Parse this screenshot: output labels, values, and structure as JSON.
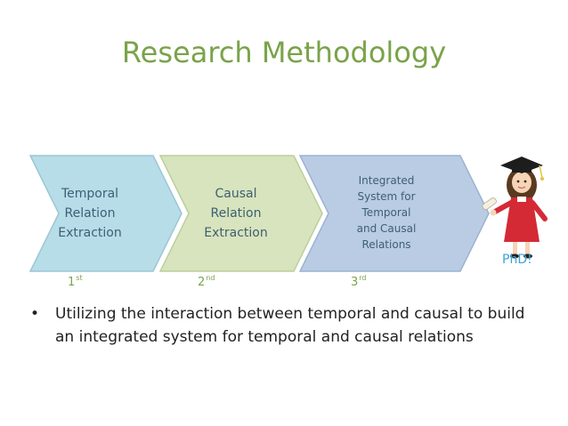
{
  "slide": {
    "title": "Research Methodology"
  },
  "stages": [
    {
      "lines": [
        "Temporal",
        "Relation",
        "Extraction"
      ],
      "ordinal_number": "1",
      "ordinal_suffix": "st",
      "fill": "#b7dde8",
      "stroke": "#9cc6d3"
    },
    {
      "lines": [
        "Causal",
        "Relation",
        "Extraction"
      ],
      "ordinal_number": "2",
      "ordinal_suffix": "nd",
      "fill": "#d7e4bd",
      "stroke": "#bccf9c"
    },
    {
      "lines": [
        "Integrated",
        "System for",
        "Temporal",
        "and Causal",
        "Relations"
      ],
      "ordinal_number": "3",
      "ordinal_suffix": "rd",
      "fill": "#b9cce4",
      "stroke": "#9bb3d1"
    }
  ],
  "goal": {
    "label": "PhD!",
    "icon": "graduate-icon"
  },
  "bullets": [
    {
      "marker": "•",
      "lines": [
        "Utilizing the interaction between temporal and causal to build",
        "an integrated system for temporal and causal relations"
      ]
    }
  ],
  "colors": {
    "title": "#7aa34a",
    "ordinal": "#7aa34a",
    "stage_text": "#3e5f73",
    "phd": "#3da3d3"
  }
}
